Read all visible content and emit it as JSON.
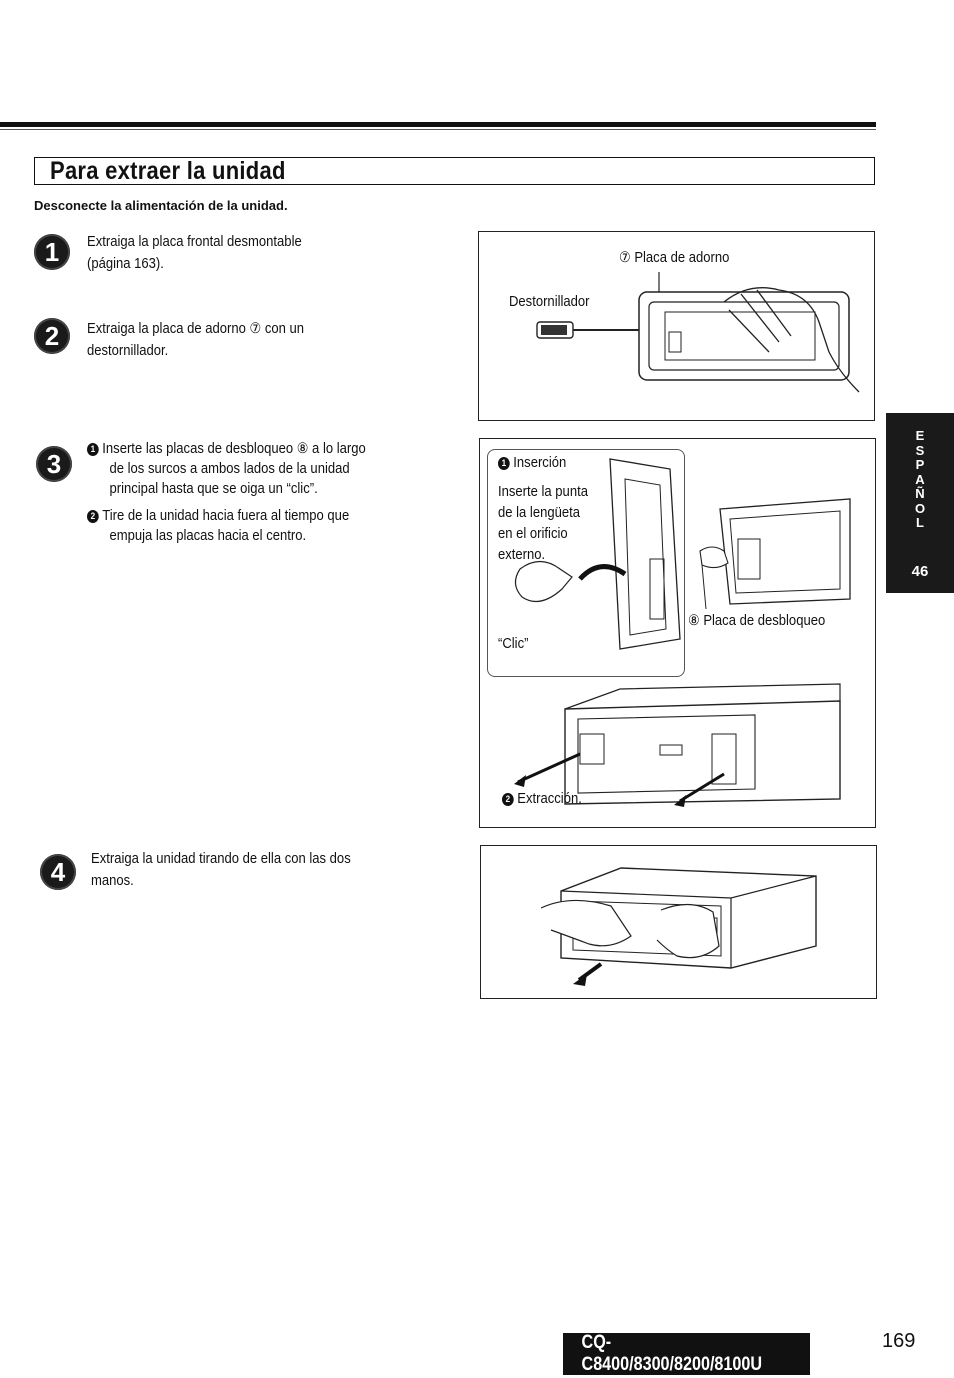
{
  "header": {
    "title": "Para extraer la unidad",
    "subtitle": "Desconecte la alimentación de la unidad."
  },
  "steps": [
    {
      "number": "1",
      "text_line1": "Extraiga la placa frontal desmontable",
      "text_line2": "(página 163)."
    },
    {
      "number": "2",
      "text_line1": "Extraiga la placa de adorno ⑦ con un",
      "text_line2": "destornillador."
    },
    {
      "number": "3",
      "sub_a_mark": "1",
      "sub_a_line1": "Inserte las placas de desbloqueo ⑧ a lo largo",
      "sub_a_line2": "de los surcos a ambos lados de la unidad",
      "sub_a_line3": "principal hasta que se oiga un “clic”.",
      "sub_b_mark": "2",
      "sub_b_line1": "Tire de la unidad hacia fuera al tiempo que",
      "sub_b_line2": "empuja las placas hacia el centro."
    },
    {
      "number": "4",
      "text_line1": "Extraiga la unidad tirando de ella con las dos",
      "text_line2": "manos."
    }
  ],
  "figures": {
    "fig1": {
      "label_trim": "⑦ Placa de adorno",
      "label_screwdriver": "Destornillador"
    },
    "fig2": {
      "inset_mark": "1",
      "inset_title": "Inserción",
      "inset_line1": "Inserte la punta",
      "inset_line2": "de la lengüeta",
      "inset_line3": "en el orificio",
      "inset_line4": "externo.",
      "click": "“Clic”",
      "label_release": "⑧ Placa de desbloqueo",
      "extract_mark": "2",
      "label_extract": "Extracción."
    }
  },
  "side_tab": {
    "letters": [
      "E",
      "S",
      "P",
      "A",
      "Ñ",
      "O",
      "L"
    ],
    "number": "46"
  },
  "footer": {
    "model": "CQ-C8400/8300/8200/8100U",
    "page": "169"
  }
}
